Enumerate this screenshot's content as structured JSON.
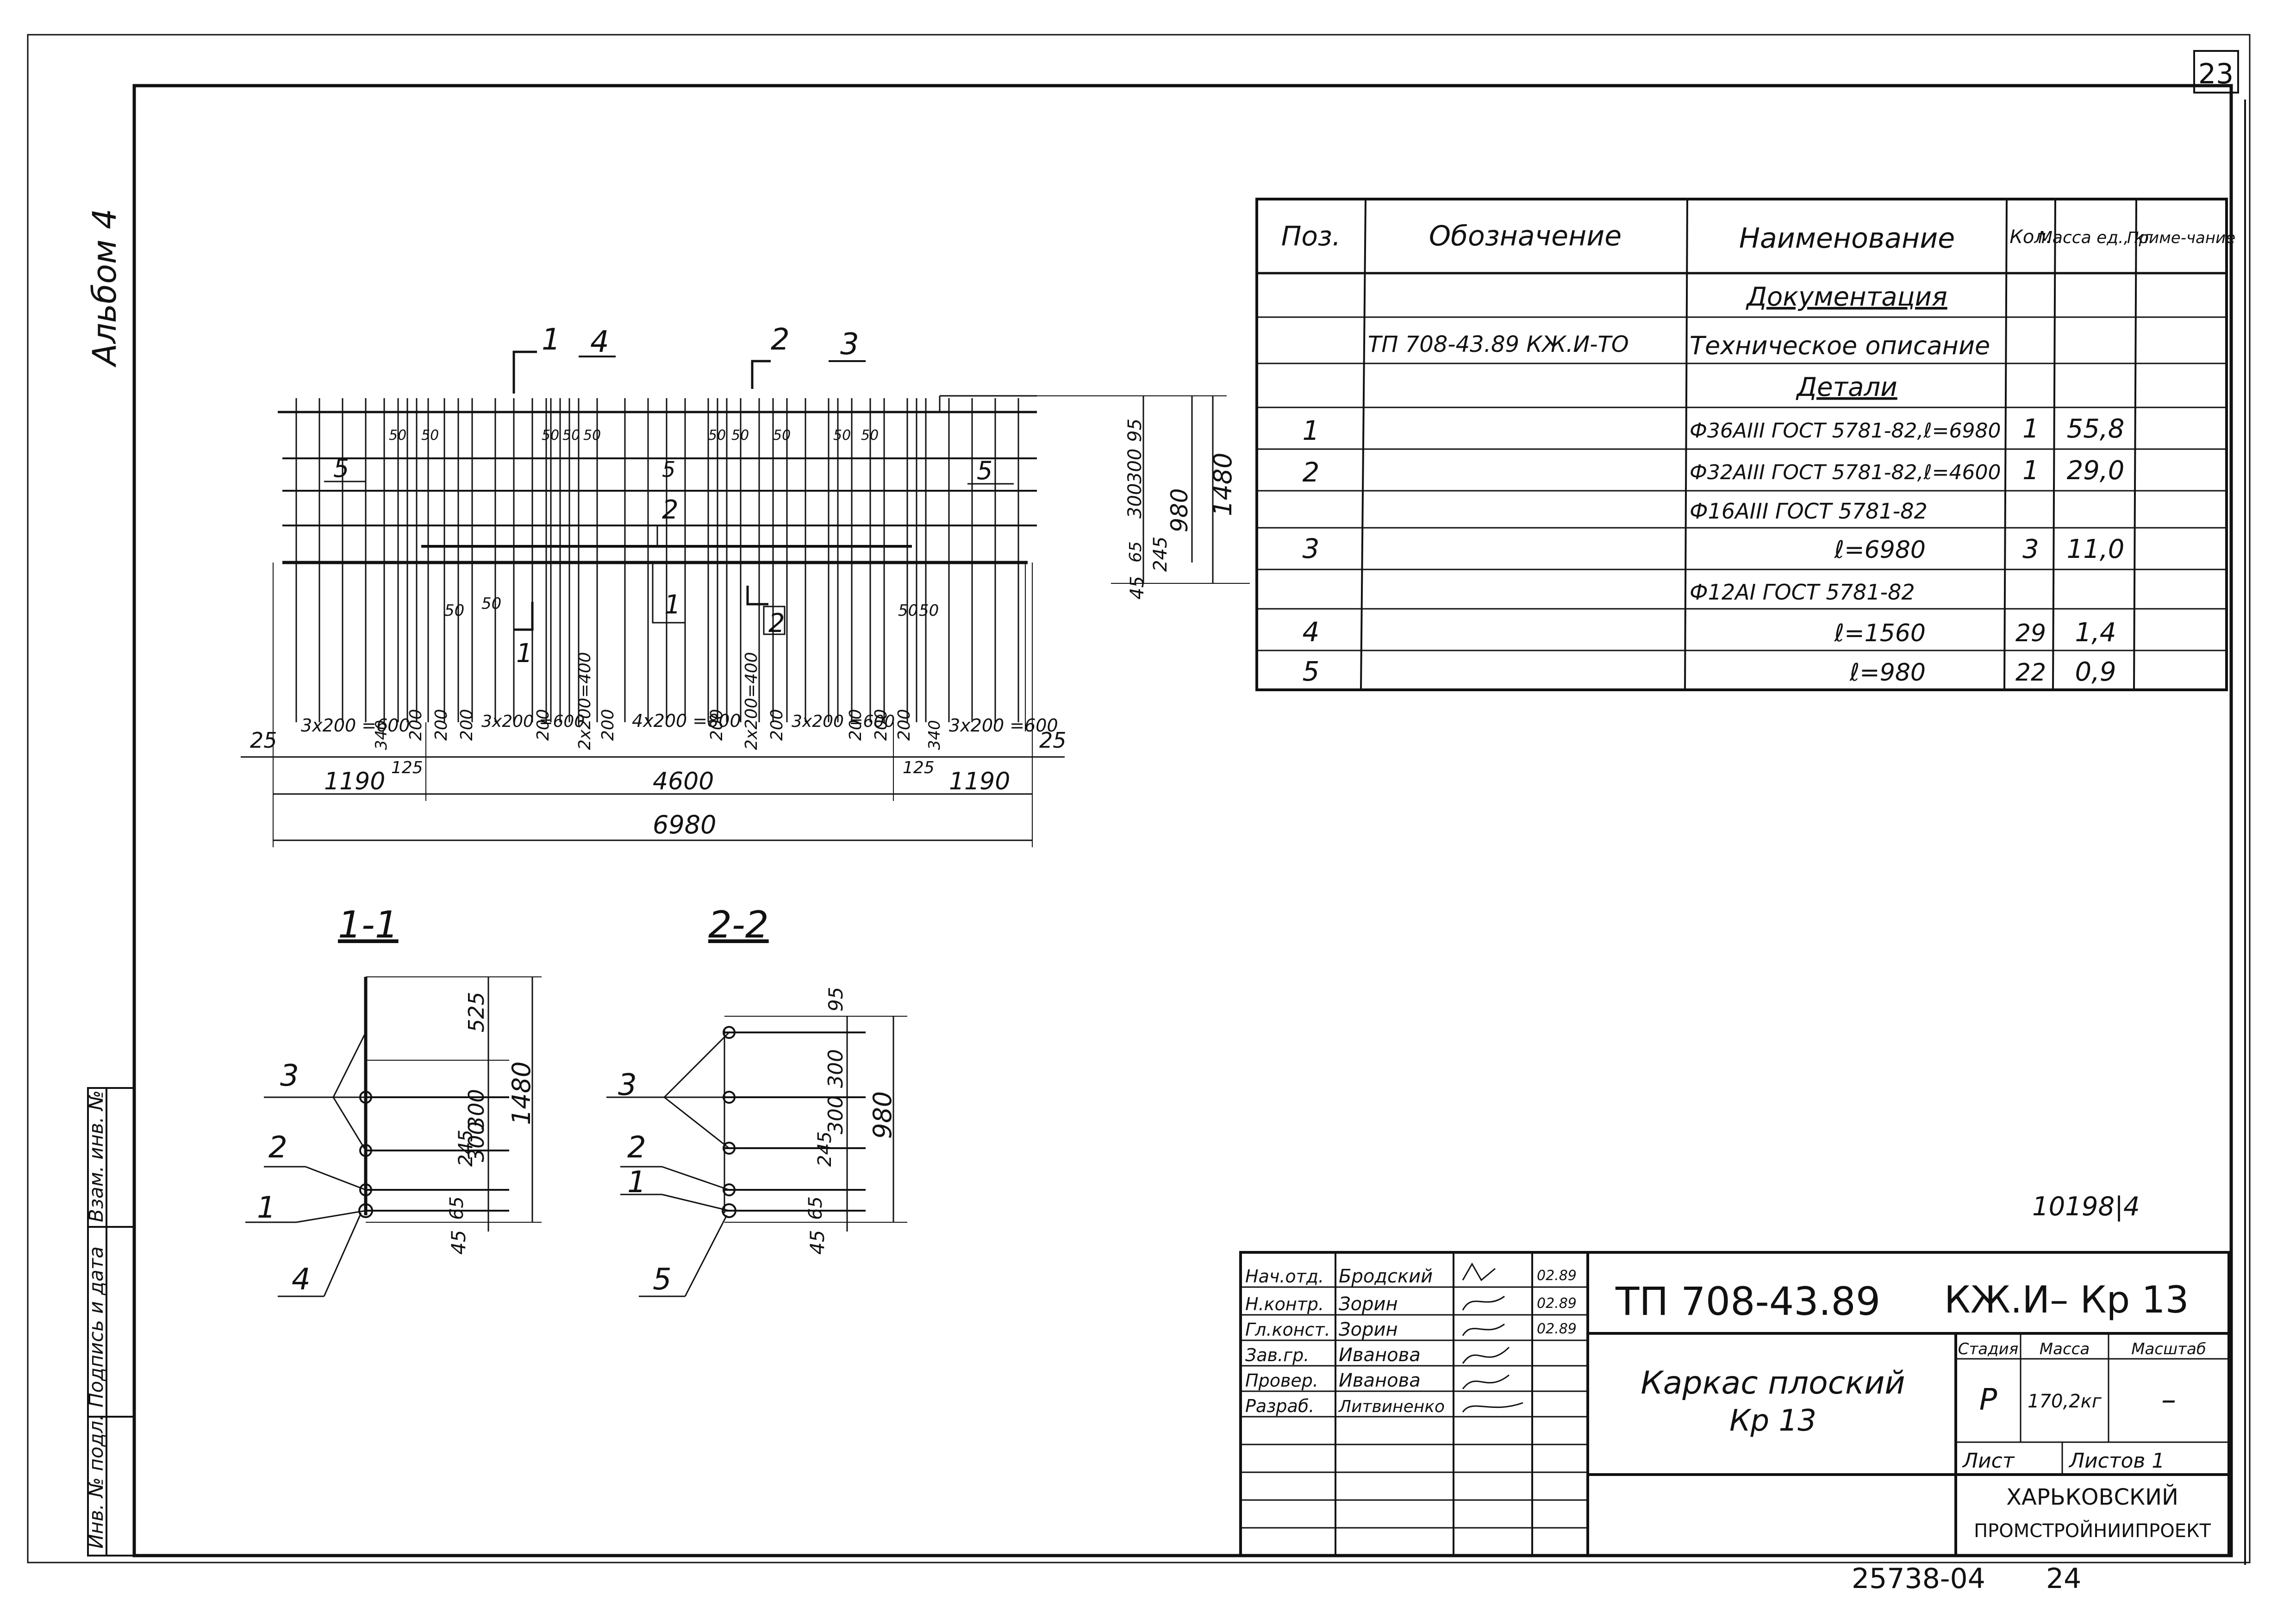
{
  "sheet_number": "23",
  "album_label": "Альбом 4",
  "inventory_stamp": [
    "Инв. № подл.",
    "Подпись и дата",
    "Взам. инв. №"
  ],
  "spec_table": {
    "headers": [
      "Поз.",
      "Обозначение",
      "Наименование",
      "Кол.",
      "Масса ед., кг",
      "Приме-чание"
    ],
    "rows": [
      {
        "pos": "",
        "code": "",
        "name": "Документация",
        "qty": "",
        "mass": "",
        "note": "",
        "section": true
      },
      {
        "pos": "",
        "code": "ТП 708-43.89   КЖ.И-ТО",
        "name": "Техническое описание",
        "qty": "",
        "mass": "",
        "note": ""
      },
      {
        "pos": "",
        "code": "",
        "name": "Детали",
        "qty": "",
        "mass": "",
        "note": "",
        "section": true
      },
      {
        "pos": "1",
        "code": "",
        "name": "Ф36АIII ГОСТ 5781-82,ℓ=6980",
        "qty": "1",
        "mass": "55,8",
        "note": ""
      },
      {
        "pos": "2",
        "code": "",
        "name": "Ф32АIII ГОСТ 5781-82,ℓ=4600",
        "qty": "1",
        "mass": "29,0",
        "note": ""
      },
      {
        "pos": "",
        "code": "",
        "name": "Ф16АIII ГОСТ 5781-82",
        "qty": "",
        "mass": "",
        "note": ""
      },
      {
        "pos": "3",
        "code": "",
        "name": "ℓ=6980",
        "qty": "3",
        "mass": "11,0",
        "note": ""
      },
      {
        "pos": "",
        "code": "",
        "name": "Ф12АI ГОСТ 5781-82",
        "qty": "",
        "mass": "",
        "note": ""
      },
      {
        "pos": "4",
        "code": "",
        "name": "ℓ=1560",
        "qty": "29",
        "mass": "1,4",
        "note": ""
      },
      {
        "pos": "5",
        "code": "",
        "name": "ℓ=980",
        "qty": "22",
        "mass": "0,9",
        "note": ""
      }
    ]
  },
  "elevation": {
    "section_marks": [
      "1",
      "4",
      "2",
      "3"
    ],
    "bar_marks": [
      "5",
      "5",
      "5",
      "2",
      "1",
      "1",
      "2"
    ],
    "right_dims": [
      "95",
      "300",
      "300",
      "245",
      "65",
      "45",
      "980",
      "1480"
    ],
    "small_dims": [
      "50",
      "50",
      "50",
      "50",
      "50",
      "50",
      "50",
      "50",
      "50",
      "50",
      "50",
      "50",
      "50",
      "50"
    ],
    "bottom_dims_row1": [
      "25",
      "3x200\n=600",
      "340",
      "200",
      "200",
      "200",
      "3x200\n=600",
      "200",
      "2x200=400",
      "200",
      "4x200\n=800",
      "200",
      "2x200=400",
      "200",
      "3x200\n=600",
      "200",
      "200",
      "200",
      "340",
      "3x200\n=600",
      "25"
    ],
    "bottom_dims_row2": [
      "125",
      "125"
    ],
    "bottom_dims_row3": [
      "1190",
      "4600",
      "1190"
    ],
    "overall": "6980"
  },
  "section_1_1": {
    "title": "1-1",
    "dims": [
      "525",
      "300",
      "300",
      "245",
      "65",
      "45",
      "1480"
    ],
    "callouts": [
      "3",
      "2",
      "1",
      "4"
    ]
  },
  "section_2_2": {
    "title": "2-2",
    "dims": [
      "95",
      "300",
      "300",
      "245",
      "65",
      "45",
      "980"
    ],
    "callouts": [
      "3",
      "2",
      "1",
      "5"
    ]
  },
  "archive_note": "10198|4",
  "title_block": {
    "signatures": [
      {
        "role": "Нач.отд.",
        "name": "Бродский",
        "date": "02.89"
      },
      {
        "role": "Н.контр.",
        "name": "Зорин",
        "date": "02.89"
      },
      {
        "role": "Гл.конст.",
        "name": "Зорин",
        "date": "02.89"
      },
      {
        "role": "Зав.гр.",
        "name": "Иванова",
        "date": ""
      },
      {
        "role": "Провер.",
        "name": "Иванова",
        "date": ""
      },
      {
        "role": "Разраб.",
        "name": "Литвиненко",
        "date": ""
      }
    ],
    "project_code": "ТП   708-43.89",
    "sheet_code": "КЖ.И– Кр 13",
    "drawing_title_1": "Каркас плоский",
    "drawing_title_2": "Кр 13",
    "stage_header": "Стадия",
    "mass_header": "Масса",
    "scale_header": "Масштаб",
    "stage": "Р",
    "mass": "170,2кг",
    "scale": "–",
    "sheet_label": "Лист",
    "sheets_label": "Листов 1",
    "org_1": "ХАРЬКОВСКИЙ",
    "org_2": "ПРОМСТРОЙНИИПРОЕКТ"
  },
  "footer_code": "25738-04",
  "footer_page": "24"
}
